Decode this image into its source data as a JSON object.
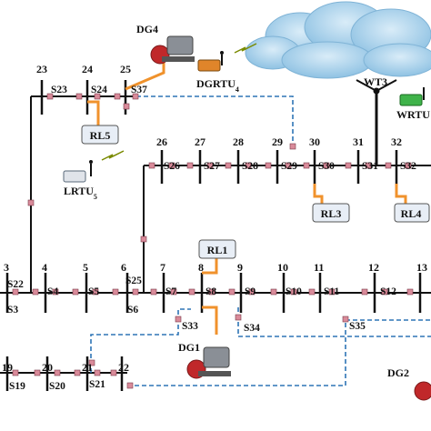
{
  "buses": {
    "b3": "3",
    "b4": "4",
    "b5": "5",
    "b6": "6",
    "b7": "7",
    "b8": "8",
    "b9": "9",
    "b10": "10",
    "b11": "11",
    "b12": "12",
    "b13": "13",
    "b19": "19",
    "b20": "20",
    "b21": "21",
    "b22": "22",
    "b23": "23",
    "b24": "24",
    "b25": "25",
    "b26": "26",
    "b27": "27",
    "b28": "28",
    "b29": "29",
    "b30": "30",
    "b31": "31",
    "b32": "32"
  },
  "switches": {
    "s3": "S3",
    "s4": "S4",
    "s5": "S5",
    "s6": "S6",
    "s7": "S7",
    "s8": "S8",
    "s9": "S9",
    "s10": "S10",
    "s11": "S11",
    "s12": "S12",
    "s19": "S19",
    "s20": "S20",
    "s21": "S21",
    "s22": "S22",
    "s23": "S23",
    "s24": "S24",
    "s25": "S25",
    "s26": "S26",
    "s27": "S27",
    "s28": "S28",
    "s29": "S29",
    "s30": "S30",
    "s31": "S31",
    "s32": "S32",
    "s33": "S33",
    "s34": "S34",
    "s35": "S35",
    "s37": "S37"
  },
  "loads": {
    "rl1": "RL1",
    "rl3": "RL3",
    "rl4": "RL4",
    "rl5": "RL5"
  },
  "devices": {
    "dg1": "DG1",
    "dg2": "DG2",
    "dg4": "DG4",
    "wt3": "WT3",
    "dgrtu4": "DGRTU",
    "dgrtu4_sub": "4",
    "lrtu5": "LRTU",
    "lrtu5_sub": "5",
    "wrtu": "WRTU"
  },
  "colors": {
    "line": "#111111",
    "dashed": "#2e75b6",
    "orange": "#f0922c",
    "switch": "#d98b9a",
    "cloud": "#9ecbe6",
    "load_fill": "#e8eef6",
    "generator": "#c0282a"
  }
}
